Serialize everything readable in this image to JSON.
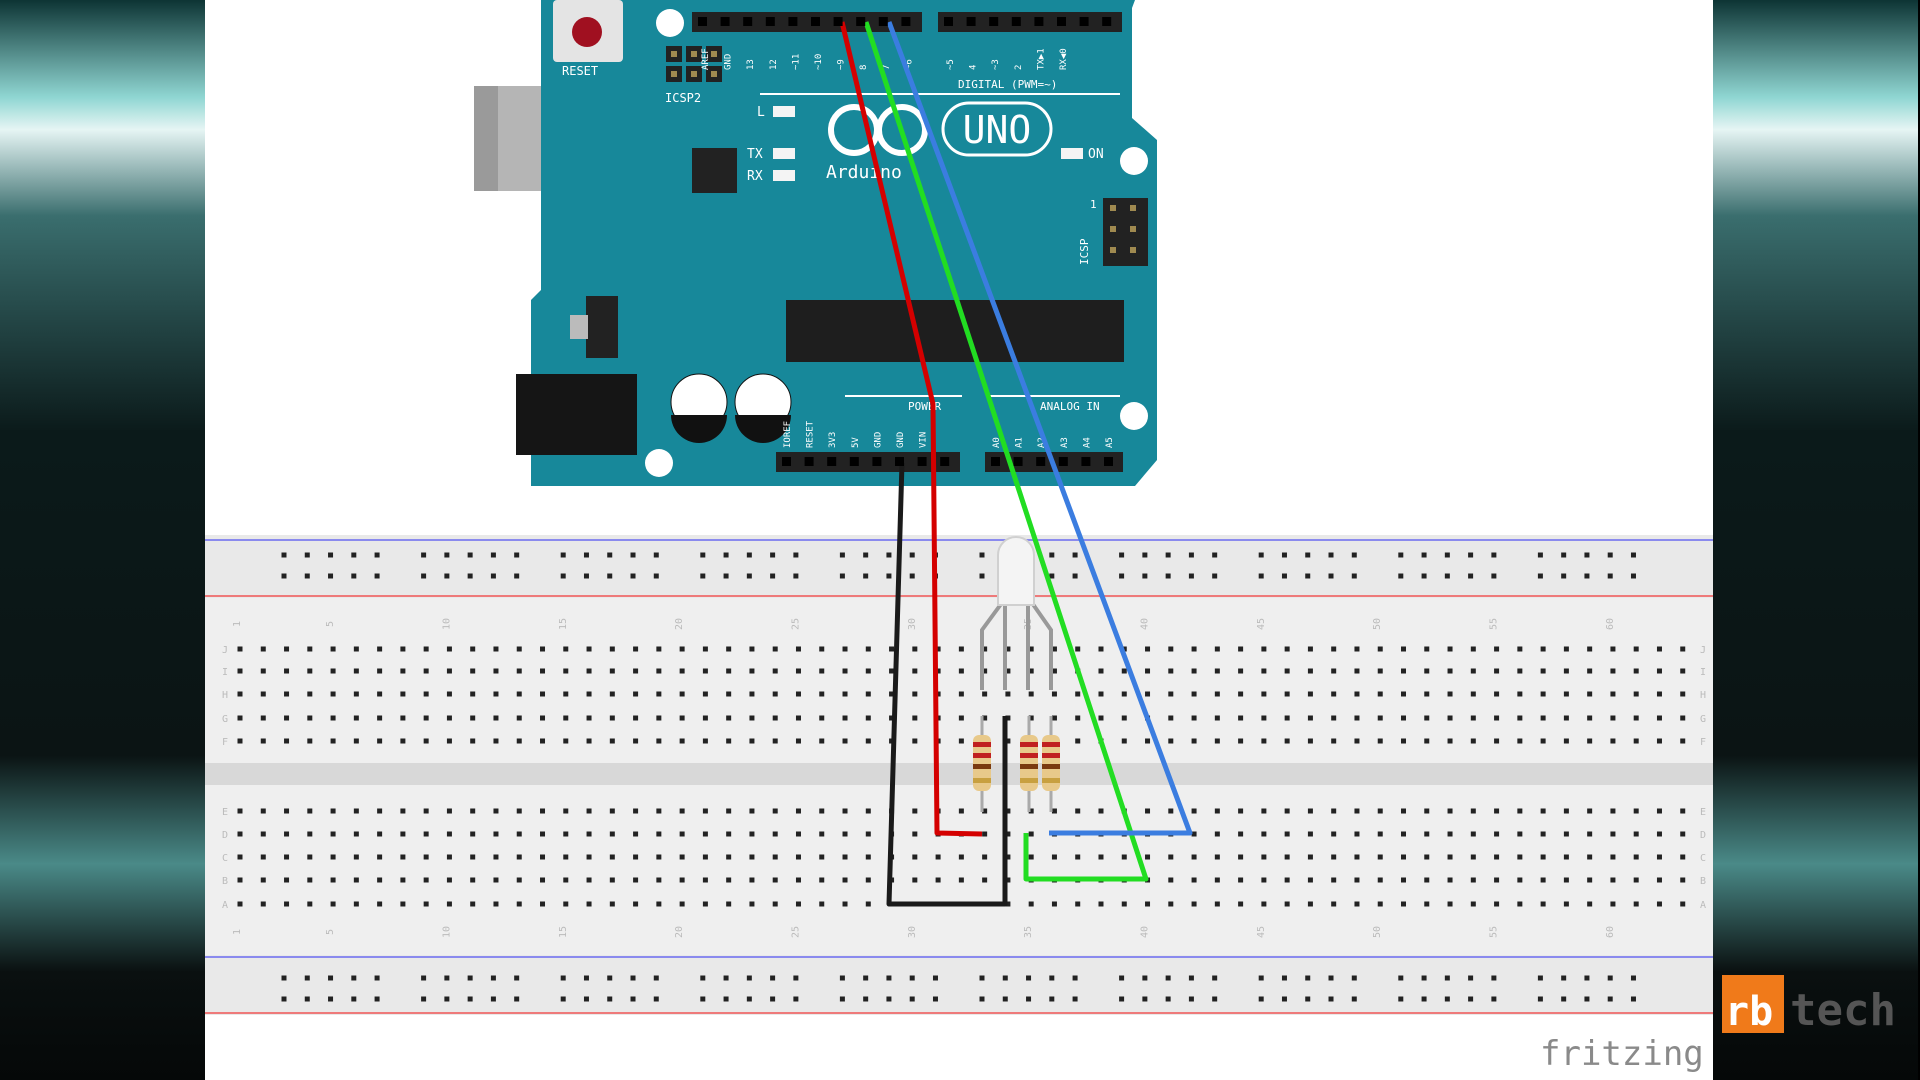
{
  "board": {
    "reset_label": "RESET",
    "icsp2_label": "ICSP2",
    "icsp_label": "ICSP",
    "icsp_pin1": "1",
    "led_l": "L",
    "led_tx": "TX",
    "led_rx": "RX",
    "led_on": "ON",
    "brand": "Arduino",
    "model": "UNO",
    "digital_label": "DIGITAL (PWM=~)",
    "digital_pins": [
      "AREF",
      "GND",
      "13",
      "12",
      "~11",
      "~10",
      "~9",
      "8",
      "7",
      "~6",
      "~5",
      "4",
      "~3",
      "2",
      "TX▶1",
      "RX◀0"
    ],
    "power_label": "POWER",
    "power_pins": [
      "IOREF",
      "RESET",
      "3V3",
      "5V",
      "GND",
      "GND",
      "VIN"
    ],
    "analog_label": "ANALOG IN",
    "analog_pins": [
      "A0",
      "A1",
      "A2",
      "A3",
      "A4",
      "A5"
    ]
  },
  "breadboard": {
    "column_numbers": [
      "1",
      "5",
      "10",
      "15",
      "20",
      "25",
      "30",
      "35",
      "40",
      "45",
      "50",
      "55",
      "60"
    ],
    "row_letters_top": [
      "J",
      "I",
      "H",
      "G",
      "F"
    ],
    "row_letters_bottom": [
      "E",
      "D",
      "C",
      "B",
      "A"
    ]
  },
  "wires": {
    "red": "#d40000",
    "green": "#22dd22",
    "blue": "#3b7de0",
    "black": "#1a1a1a"
  },
  "watermark": {
    "fritzing": "fritzing",
    "logo_rb": "rb",
    "logo_tech": "tech",
    "logo_color": "#f07a1a"
  }
}
